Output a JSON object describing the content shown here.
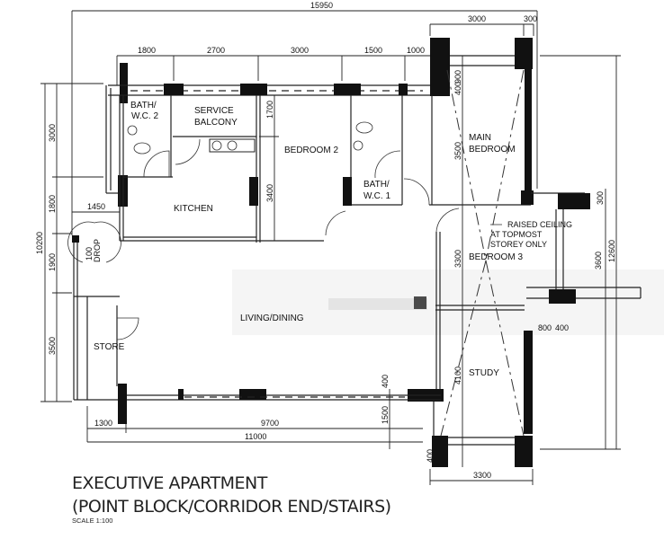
{
  "title": {
    "line1": "EXECUTIVE APARTMENT",
    "line2": "(POINT BLOCK/CORRIDOR END/STAIRS)",
    "scale": "SCALE  1:100"
  },
  "rooms": {
    "bath2_a": "BATH/",
    "bath2_b": "W.C. 2",
    "service_a": "SERVICE",
    "service_b": "BALCONY",
    "kitchen": "KITCHEN",
    "bedroom2": "BEDROOM 2",
    "bath1_a": "BATH/",
    "bath1_b": "W.C. 1",
    "main_a": "MAIN",
    "main_b": "BEDROOM",
    "bedroom3": "BEDROOM 3",
    "living": "LIVING/DINING",
    "store": "STORE",
    "study": "STUDY",
    "drop_a": "100",
    "drop_b": "DROP"
  },
  "note": {
    "l1": "RAISED CEILING",
    "l2": "AT TOPMOST",
    "l3": "STOREY ONLY"
  },
  "dims": {
    "total_width": "15950",
    "top": [
      "1800",
      "2700",
      "3000",
      "1500",
      "1000"
    ],
    "bay_top": [
      "3000",
      "300"
    ],
    "left": [
      "3000",
      "1800",
      "1900",
      "3500"
    ],
    "left_total": "10200",
    "d1450": "1450",
    "d1700": "1700",
    "d3400": "3400",
    "main": [
      "900",
      "400",
      "3500"
    ],
    "b3": "3300",
    "study": "4100",
    "right_total": "12600",
    "r3600": "3600",
    "r300": "300",
    "r800": "800",
    "r400": "400",
    "bottom": [
      "1300",
      "9700"
    ],
    "bottom_total": "11000",
    "b1500": "1500",
    "b400": "400",
    "bay_bottom400": "400",
    "bay_bottom": "3300"
  }
}
